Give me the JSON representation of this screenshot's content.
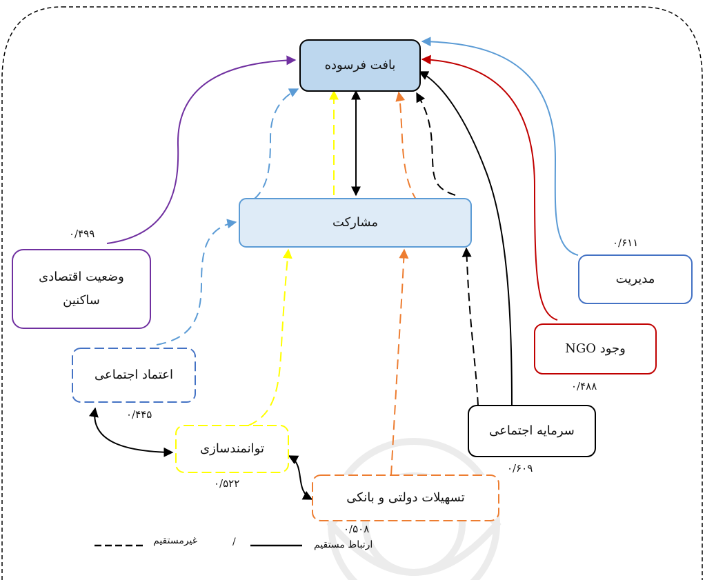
{
  "nodes": {
    "baft": "بافت فرسوده",
    "mosharekat": "مشارکت",
    "vaziat_line1": "وضعیت اقتصادی",
    "vaziat_line2": "ساکنین",
    "modiriat": "مدیریت",
    "ngo": "وجود NGO",
    "sarmaye": "سرمایه اجتماعی",
    "etemad": "اعتماد اجتماعی",
    "tavanmand": "توانمندسازی",
    "tashilat": "تسهیلات دولتی و بانکی"
  },
  "values": {
    "vaziat": "۰/۴۹۹",
    "modiriat": "۰/۶۱۱",
    "ngo": "۰/۴۸۸",
    "sarmaye": "۰/۶۰۹",
    "etemad": "۰/۴۴۵",
    "tavanmand": "۰/۵۲۲",
    "tashilat": "۰/۵۰۸"
  },
  "legend": {
    "direct": "ارتباط مستقیم",
    "separator": "/",
    "indirect": "غیرمستقیم"
  },
  "colors": {
    "purple": "#7030a0",
    "blue": "#5b9bd5",
    "dark_blue": "#4472c4",
    "red": "#c00000",
    "yellow": "#ffff00",
    "orange": "#ed7d31",
    "black": "#000000",
    "node_fill": "#bdd7ee",
    "node_fill_light": "#deebf7"
  }
}
